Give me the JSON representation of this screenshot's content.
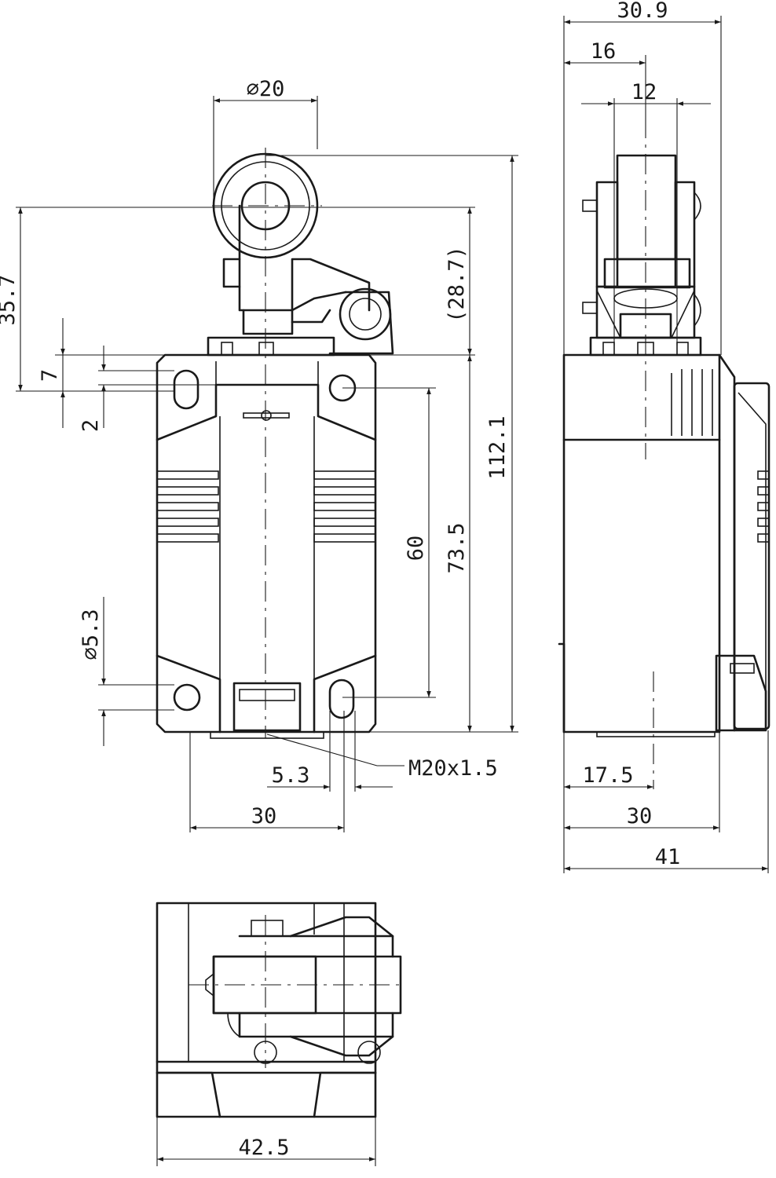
{
  "dimensions": {
    "side_width_total": "30.9",
    "side_16": "16",
    "side_12": "12",
    "roller_diameter": "⌀20",
    "lever_height": "35.7",
    "lever_offset": "(28.7)",
    "overall_height": "112.1",
    "dim_7": "7",
    "dim_2": "2",
    "hole_spacing": "60",
    "body_height": "73.5",
    "mount_hole": "⌀5.3",
    "thread": "M20x1.5",
    "dim_5_3": "5.3",
    "front_width": "30",
    "side_17_5": "17.5",
    "side_30": "30",
    "side_41": "41",
    "top_width": "42.5"
  }
}
